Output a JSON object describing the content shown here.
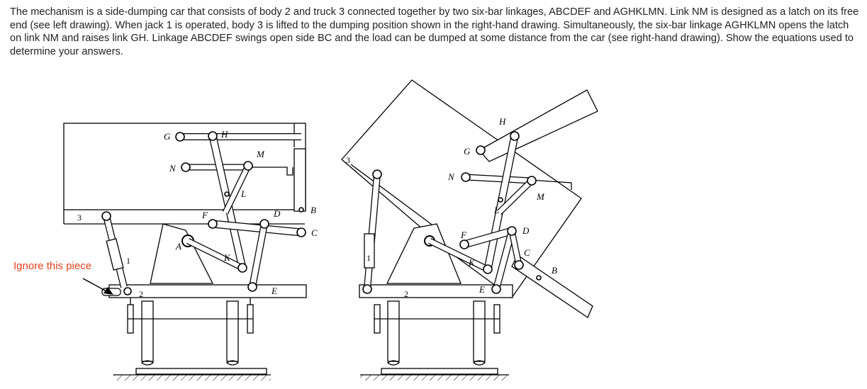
{
  "problem": {
    "text": "The mechanism is a side-dumping car that consists of body 2 and truck 3 connected together by two six-bar linkages, ABCDEF and AGHKLMN. Link NM is designed as a latch on its free end (see left drawing). When jack 1 is operated, body 3 is lifted to the dumping position shown in the right-hand drawing. Simultaneously, the six-bar linkage AGHKLMN opens the latch on link NM and raises link GH. Linkage ABCDEF swings open side BC and the load can be dumped at some distance from the car (see right-hand drawing). Show the equations used to determine your answers."
  },
  "annotation": {
    "text": "Ignore this piece",
    "color": "#e8401c"
  },
  "left_drawing": {
    "labels": {
      "G": "G",
      "H": "H",
      "M": "M",
      "N": "N",
      "L": "L",
      "F": "F",
      "D": "D",
      "B": "B",
      "C": "C",
      "A": "A",
      "K": "K",
      "E": "E",
      "n1": "1",
      "n2": "2",
      "n3": "3"
    }
  },
  "right_drawing": {
    "labels": {
      "H": "H",
      "G": "G",
      "N": "N",
      "M": "M",
      "L": "L",
      "D": "D",
      "F": "F",
      "C": "C",
      "K": "K",
      "B": "B",
      "E": "E",
      "n1": "1",
      "n2": "2",
      "n3": "3"
    }
  }
}
